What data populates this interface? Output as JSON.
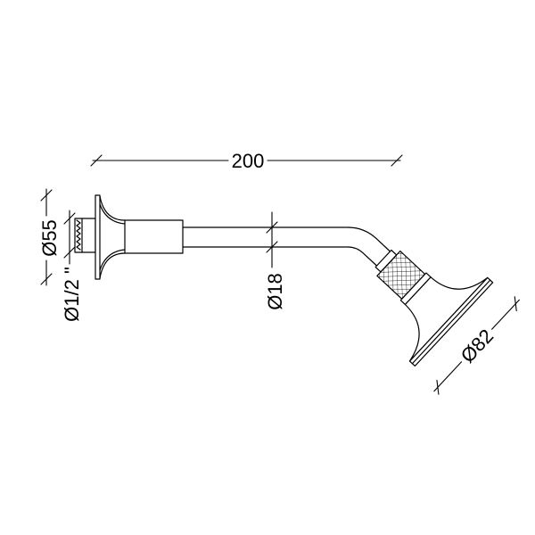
{
  "dimensions": {
    "length": "200",
    "flange_diameter": "Ø55",
    "thread_diameter": "Ø1/2 \"",
    "arm_diameter": "Ø18",
    "head_diameter": "Ø82"
  }
}
